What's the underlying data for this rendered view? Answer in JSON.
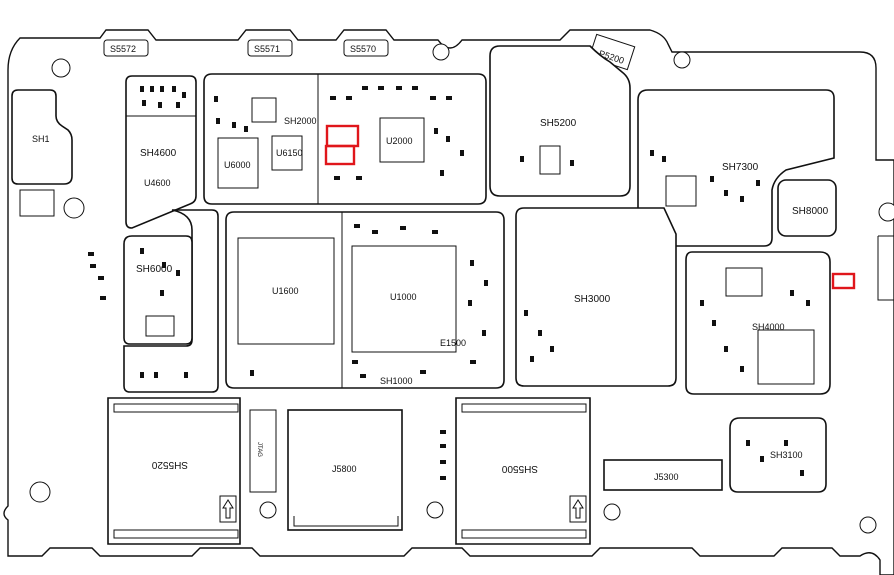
{
  "colors": {
    "line": "#111111",
    "background": "#ffffff",
    "highlight": "#e0161b"
  },
  "labels": {
    "s5572": "S5572",
    "s5571": "S5571",
    "s5570": "S5570",
    "p5200": "P5200",
    "sh1": "SH1",
    "sh4600": "SH4600",
    "u4600": "U4600",
    "sh2000": "SH2000",
    "u6000": "U6000",
    "u6150": "U6150",
    "u2000": "U2000",
    "sh5200": "SH5200",
    "sh7300": "SH7300",
    "sh8000": "SH8000",
    "u1600": "U1600",
    "u1000": "U1000",
    "e1500": "E1500",
    "sh1000": "SH1000",
    "sh6000": "SH6000",
    "sh3000": "SH3000",
    "sh4000": "SH4000",
    "sh5520": "SH5520",
    "j5800": "J5800",
    "jtag": "JTAG",
    "sh5500": "SH5500",
    "j5300": "J5300",
    "sh3100": "SH3100"
  }
}
